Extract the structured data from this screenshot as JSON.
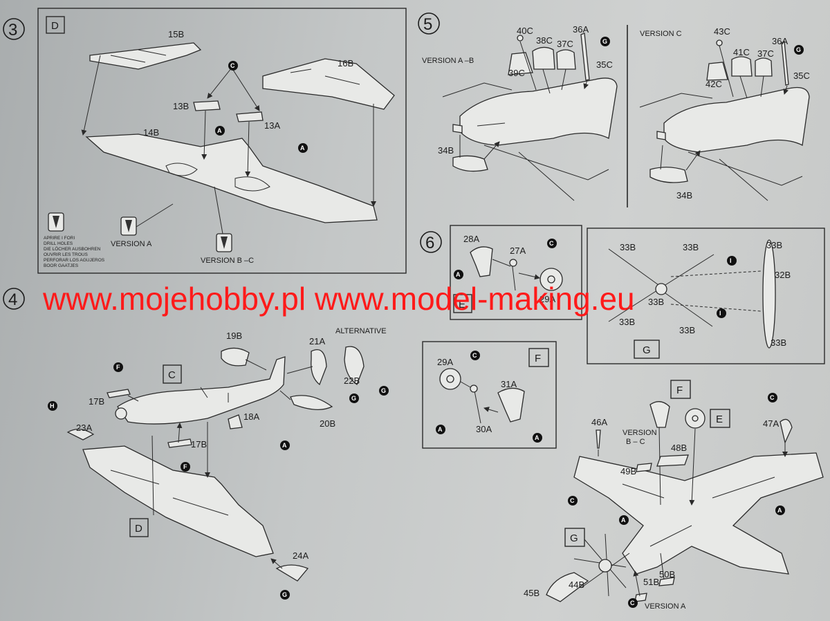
{
  "steps": {
    "s3": "3",
    "s4": "4",
    "s5": "5",
    "s6": "6"
  },
  "step3": {
    "box": "D",
    "parts": {
      "p15b": "15B",
      "p16b": "16B",
      "p13b": "13B",
      "p13a": "13A",
      "p14b": "14B"
    },
    "version_a": "VERSION A",
    "version_bc": "VERSION B –C",
    "drill_note": [
      "APRIRE I FORI",
      "DRILL HOLES",
      "DIE LÖCHER AUSBOHREN",
      "OUVRIR LES TROUS",
      "PERFORAR LOS AGUJEROS",
      "BOOR GAATJES"
    ]
  },
  "step4": {
    "box_c": "C",
    "box_d": "D",
    "alternative": "ALTERNATIVE",
    "parts": {
      "p19b": "19B",
      "p21a": "21A",
      "p22b": "22B",
      "p17b_1": "17B",
      "p17b_2": "17B",
      "p18a": "18A",
      "p20b": "20B",
      "p23a": "23A",
      "p24a": "24A"
    }
  },
  "step5": {
    "version_ab": "VERSION A –B",
    "version_c": "VERSION C",
    "parts": {
      "p40c": "40C",
      "p38c": "38C",
      "p37c_1": "37C",
      "p36a_1": "36A",
      "p39c": "39C",
      "p35c_1": "35C",
      "p34b_1": "34B",
      "p43c": "43C",
      "p41c": "41C",
      "p37c_2": "37C",
      "p36a_2": "36A",
      "p42c": "42C",
      "p35c_2": "35C",
      "p34b_2": "34B"
    }
  },
  "step6": {
    "box_e": "E",
    "box_f": "F",
    "box_g": "G",
    "parts": {
      "p28a": "28A",
      "p27a": "27A",
      "p29a_e": "29A",
      "p33b_1": "33B",
      "p33b_2": "33B",
      "p33b_3": "33B",
      "p33b_4": "33B",
      "p33b_5": "33B",
      "p33b_6": "33B",
      "p33b_7": "33B",
      "p32b": "32B",
      "p29a_f": "29A",
      "p31a": "31A",
      "p30a": "30A"
    }
  },
  "final": {
    "box_f": "F",
    "box_e": "E",
    "box_g": "G",
    "version_bc": [
      "VERSION",
      "B – C"
    ],
    "version_a": "VERSION A",
    "parts": {
      "p46a": "46A",
      "p47a": "47A",
      "p48b": "48B",
      "p49b": "49B",
      "p50b": "50B",
      "p51b": "51B",
      "p45b": "45B",
      "p44b": "44B"
    }
  },
  "badges": {
    "a": "A",
    "c": "C",
    "f": "F",
    "g": "G",
    "h": "H",
    "i": "I"
  },
  "watermark": "www.mojehobby.pl www.model-making.eu",
  "colors": {
    "paper": "#c6c8c7",
    "ink": "#1c1c1c",
    "watermark": "#ff1a1a"
  }
}
